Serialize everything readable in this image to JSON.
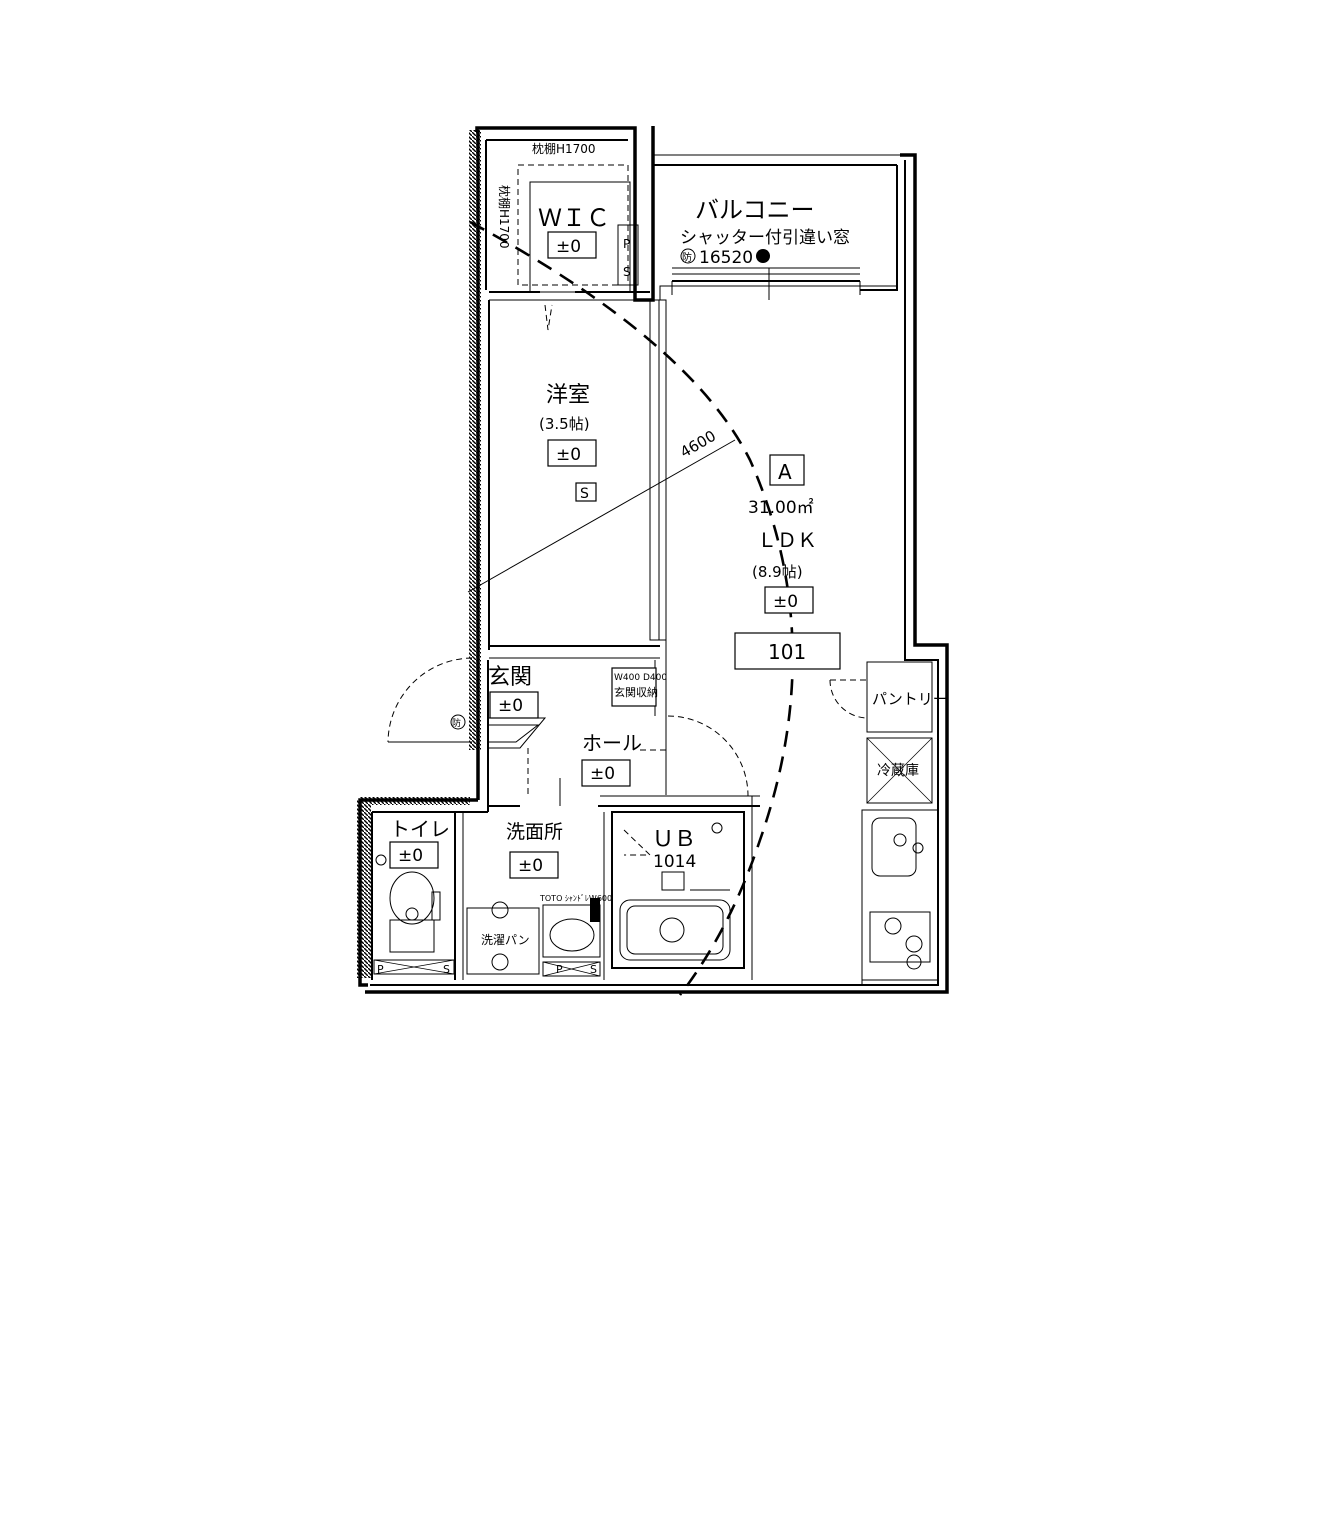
{
  "rooms": {
    "wic": {
      "name": "ＷＩＣ",
      "level": "±0"
    },
    "pillow_shelf_top": "枕棚H1700",
    "pillow_shelf_side": "枕棚H1700",
    "balcony": {
      "name": "バルコニー",
      "window": "シャッター付引違い窓",
      "window_mark": "防",
      "window_code": "16520"
    },
    "western": {
      "name": "洋室",
      "size": "(3.5帖)",
      "level": "±0",
      "storage_mark": "S"
    },
    "diagonal_dim": "4600",
    "ldk": {
      "type_mark": "A",
      "area": "31.00㎡",
      "name": "ＬＤＫ",
      "size": "(8.9帖)",
      "level": "±0",
      "unit_no": "101"
    },
    "entrance": {
      "name": "玄関",
      "level": "±0",
      "mark": "防"
    },
    "shoe_storage": {
      "dims": "W400 D400",
      "name": "玄関収納"
    },
    "hall": {
      "name": "ホール",
      "level": "±0"
    },
    "toilet": {
      "name": "トイレ",
      "level": "±0"
    },
    "washroom": {
      "name": "洗面所",
      "level": "±0",
      "vanity_note": "TOTO ｼｬﾝﾄﾞﾚW600",
      "washer_pan": "洗濯パン"
    },
    "ub": {
      "name": "ＵＢ",
      "size": "1014"
    },
    "pantry": {
      "name": "パントリー"
    },
    "fridge": {
      "name": "冷蔵庫"
    },
    "ps_marks": [
      "P",
      "S",
      "P",
      "S"
    ],
    "ps_vertical": [
      "P",
      "S"
    ]
  }
}
